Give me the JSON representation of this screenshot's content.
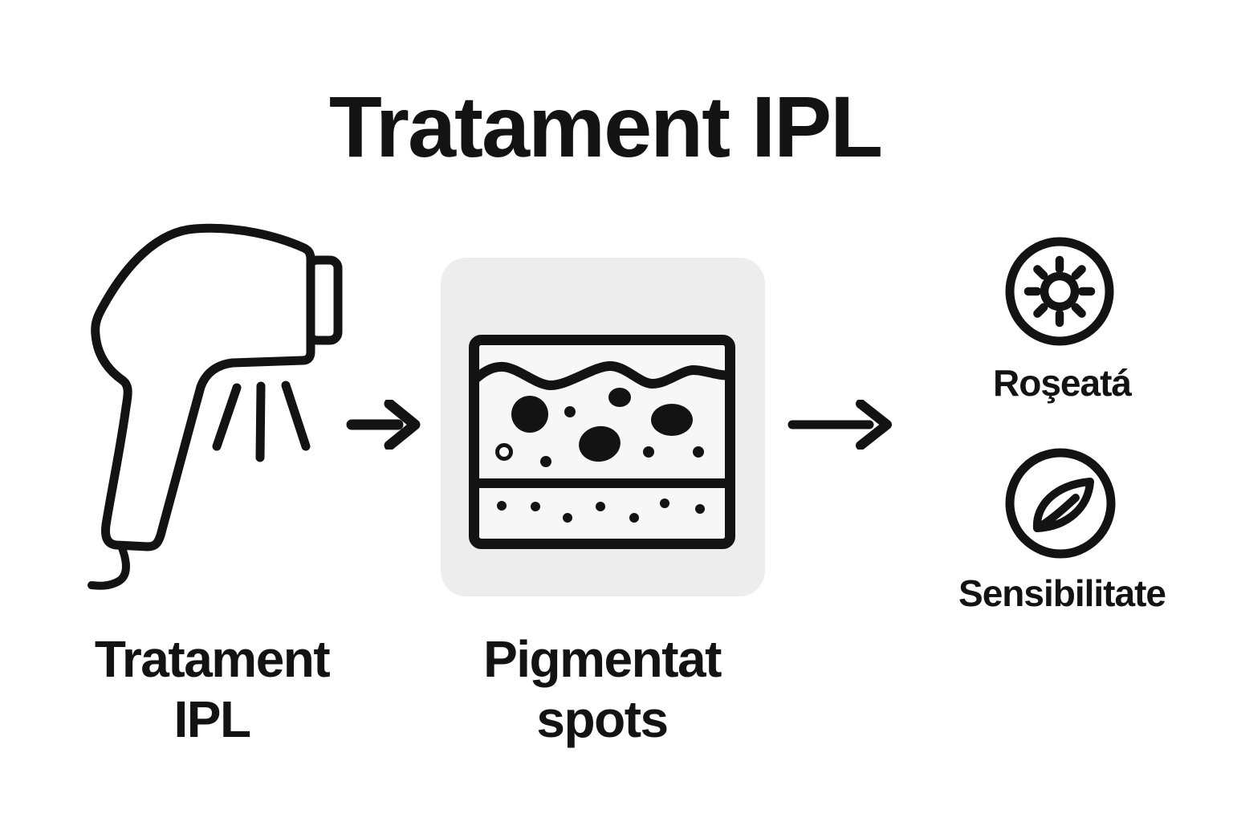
{
  "title": "Tratament IPL",
  "colors": {
    "background": "#ffffff",
    "ink": "#131313",
    "panel_bg": "#ededed",
    "panel_inner_bg": "#f7f7f7"
  },
  "flow": {
    "step1": {
      "icon": "ipl-device-icon",
      "label_line1": "Tratament",
      "label_line2": "IPL"
    },
    "arrow1": {
      "icon": "arrow-right-icon"
    },
    "step2": {
      "icon": "skin-pigment-spots-icon",
      "label_line1": "Pigmentat",
      "label_line2": "spots"
    },
    "arrow2": {
      "icon": "arrow-right-icon"
    },
    "effects": [
      {
        "icon": "sun-icon",
        "label": "Roşeatá"
      },
      {
        "icon": "leaf-icon",
        "label": "Sensibilitate"
      }
    ]
  }
}
